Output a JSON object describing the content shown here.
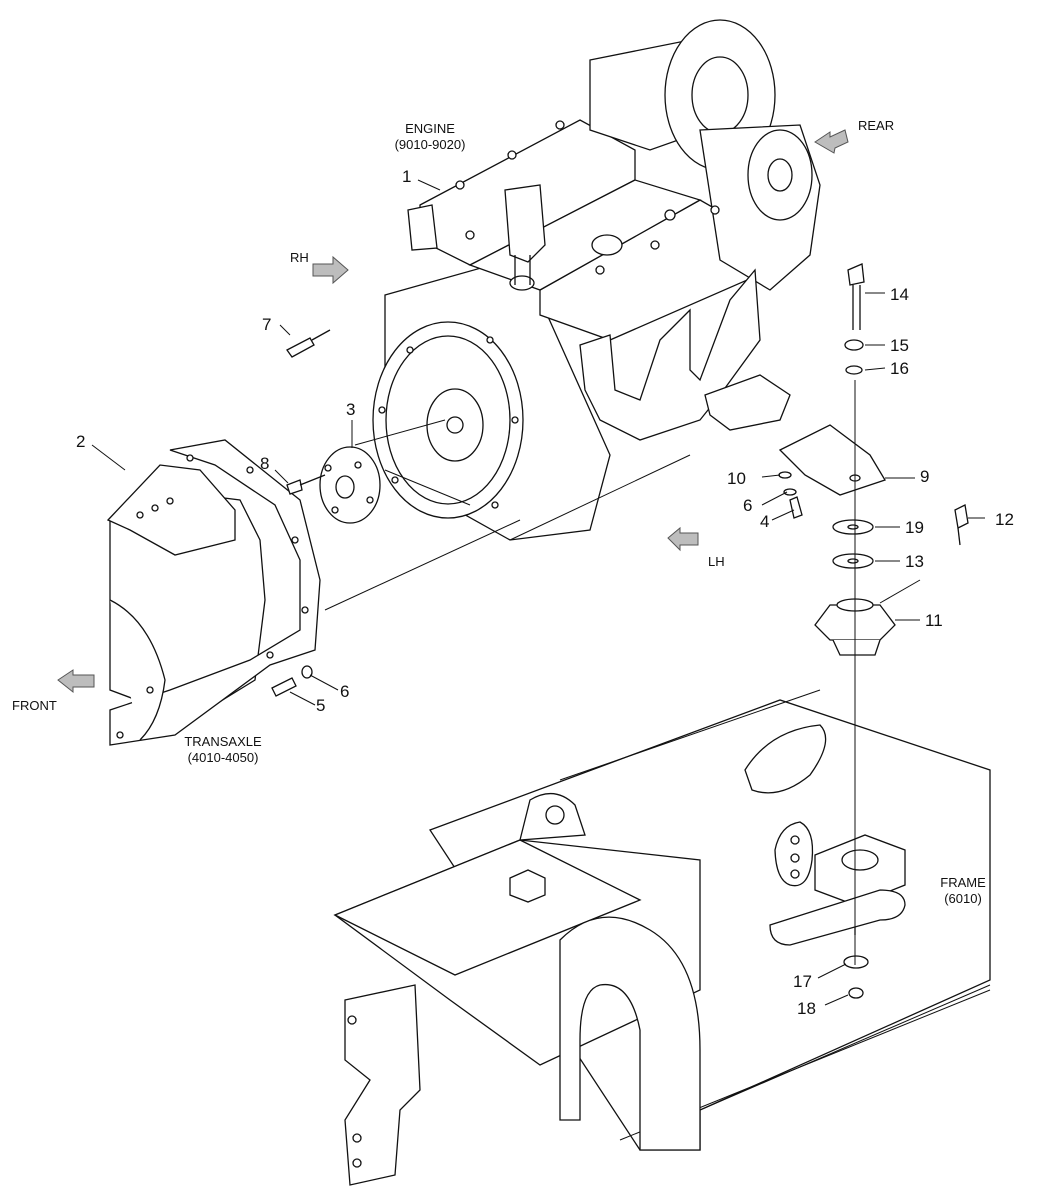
{
  "labels": {
    "engine": "ENGINE",
    "engine_ref": "(9010-9020)",
    "transaxle": "TRANSAXLE",
    "transaxle_ref": "(4010-4050)",
    "frame": "FRAME",
    "frame_ref": "(6010)"
  },
  "directions": {
    "rear": "REAR",
    "rh": "RH",
    "lh": "LH",
    "front": "FRONT"
  },
  "callouts": {
    "c1": "1",
    "c2": "2",
    "c3": "3",
    "c4": "4",
    "c5": "5",
    "c6a": "6",
    "c6b": "6",
    "c7": "7",
    "c8": "8",
    "c9": "9",
    "c10": "10",
    "c11": "11",
    "c12": "12",
    "c13": "13",
    "c14": "14",
    "c15": "15",
    "c16": "16",
    "c17": "17",
    "c18": "18",
    "c19": "19"
  }
}
